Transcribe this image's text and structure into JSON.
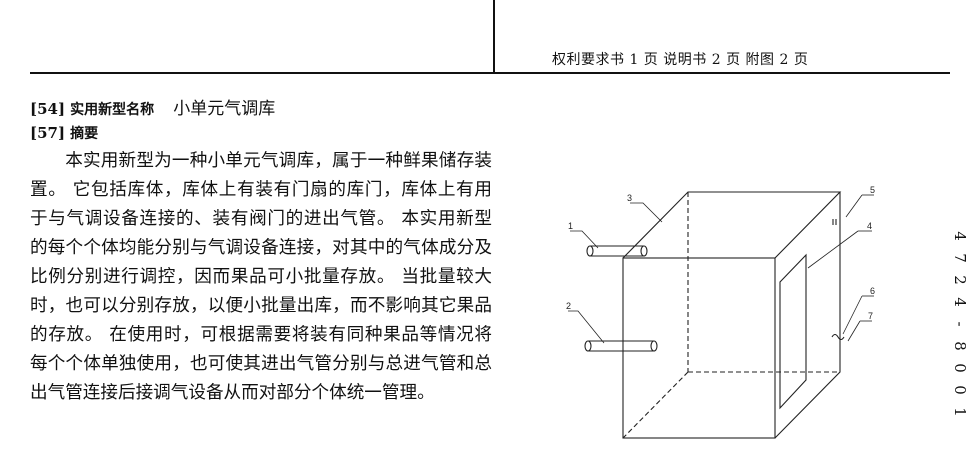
{
  "header": {
    "page_info": "权利要求书 1 页  说明书 2 页  附图 2 页"
  },
  "utility_model": {
    "title_code": "[54]",
    "title_label": "实用新型名称",
    "title_value": "小单元气调库",
    "abstract_code": "[57]",
    "abstract_label": "摘要",
    "abstract_text": "本实用新型为一种小单元气调库，属于一种鲜果储存装置。 它包括库体，库体上有装有门扇的库门，库体上有用于与气调设备连接的、装有阀门的进出气管。 本实用新型的每个个体均能分别与气调设备连接，对其中的气体成分及比例分别进行调控，因而果品可小批量存放。 当批量较大时，也可以分别存放，以便小批量出库，而不影响其它果品的存放。 在使用时，可根据需要将装有同种果品等情况将每个个体单独使用，也可使其进出气管分别与总进气管和总出气管连接后接调气设备从而对部分个体统一管理。"
  },
  "figure": {
    "labels": [
      "3",
      "1",
      "2",
      "5",
      "4",
      "6",
      "7"
    ]
  },
  "side_number": [
    "1",
    "0",
    "0",
    "8",
    "-",
    "4",
    "2",
    "7",
    "4"
  ]
}
